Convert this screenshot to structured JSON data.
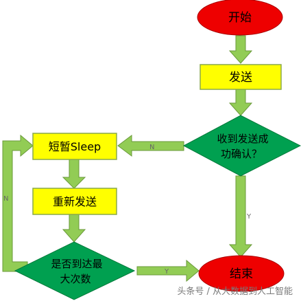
{
  "nodes": {
    "start": "开始",
    "send": "发送",
    "check_line1": "收到发送成",
    "check_line2": "功确认？",
    "sleep": "短暂Sleep",
    "resend": "重新发送",
    "max_line1": "是否到达最",
    "max_line2": "大次数",
    "end": "结束"
  },
  "edges": {
    "check_no": "N",
    "check_yes": "Y",
    "max_no": "N",
    "max_yes": "Y"
  },
  "watermark": "头条号 / 从大数据到人工智能",
  "colors": {
    "terminal": "#ee0000",
    "process": "#ffff00",
    "decision": "#00a050",
    "arrow": "#92cc55",
    "arrow_stroke": "#6a9a3a",
    "box_border": "#8aa84a"
  }
}
